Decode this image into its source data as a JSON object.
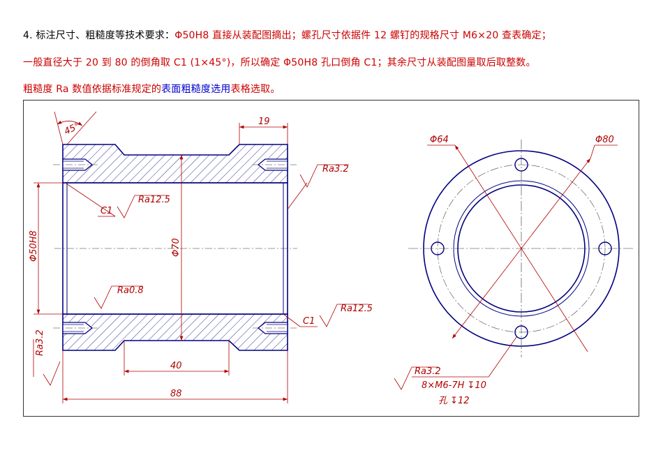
{
  "notes": {
    "line1": [
      {
        "text": "4. 标注尺寸、粗糙度等技术要求：",
        "color": "#000000"
      },
      {
        "text": "Φ50H8 直接从装配图摘出；螺孔尺寸依据件 12 螺钉的规格尺寸 M6×20 查表确定；",
        "color": "#cc0000"
      }
    ],
    "line2": [
      {
        "text": "一般直径大于 20 到 80 的倒角取 C1 (1×45°)，所以确定 Φ50H8 孔口倒角 C1；其余尺寸从装配图量取后取整数。",
        "color": "#cc0000"
      }
    ],
    "line3": [
      {
        "text": "粗糙度 Ra 数值依据标准规定的",
        "color": "#cc0000"
      },
      {
        "text": "表面粗糙度选用",
        "color": "#0000cc"
      },
      {
        "text": "表格选取。",
        "color": "#cc0000"
      }
    ]
  },
  "drawing": {
    "dims": {
      "angle": "45°",
      "top_width": "19",
      "bore": "Φ50H8",
      "outer": "Φ70",
      "groove": "40",
      "length": "88",
      "pcd": "Φ64",
      "flange": "Φ80"
    },
    "roughness": {
      "right_top": "Ra3.2",
      "bore": "Ra12.5",
      "inner": "Ra0.8",
      "right_bottom": "Ra12.5",
      "left": "Ra3.2",
      "thread": "Ra3.2"
    },
    "chamfers": {
      "top": "C1",
      "bottom": "C1"
    },
    "thread_note": {
      "line1": "8×M6-7H ↧10",
      "line2": "孔 ↧12"
    }
  },
  "colors": {
    "outline": "#000080",
    "dimension": "#b00000",
    "hatch": "#000080"
  }
}
